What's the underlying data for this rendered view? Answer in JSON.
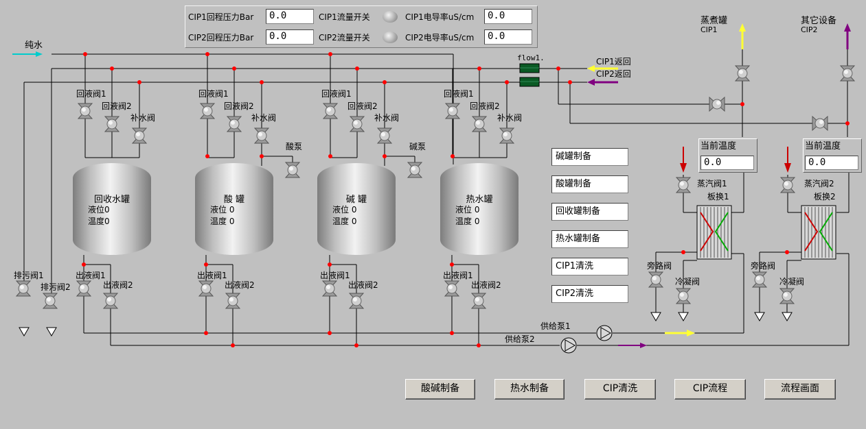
{
  "header": {
    "cip1_pressure_label": "CIP1回程压力Bar",
    "cip1_pressure_value": "0.0",
    "cip1_flow_switch_label": "CIP1流量开关",
    "cip1_conductivity_label": "CIP1电导率uS/cm",
    "cip1_conductivity_value": "0.0",
    "cip2_pressure_label": "CIP2回程压力Bar",
    "cip2_pressure_value": "0.0",
    "cip2_flow_switch_label": "CIP2流量开关",
    "cip2_conductivity_label": "CIP2电导率uS/cm",
    "cip2_conductivity_value": "0.0"
  },
  "pipes": {
    "pure_water": "纯水",
    "flow1": "flow1.",
    "cip1_return": "CIP1返回",
    "cip2_return": "CIP2返回"
  },
  "tanks": [
    {
      "title": "回收水罐",
      "level_label": "液位",
      "level": "0",
      "temp_label": "温度",
      "temp": "0",
      "return_valve1": "回液阀1",
      "return_valve2": "回液阀2",
      "makeup_valve": "补水阀",
      "out_valve1": "出液阀1",
      "out_valve2": "出液阀2"
    },
    {
      "title": "酸  罐",
      "level_label": "液位",
      "level": "0",
      "temp_label": "温度",
      "temp": "0",
      "return_valve1": "回液阀1",
      "return_valve2": "回液阀2",
      "makeup_valve": "补水阀",
      "pump": "酸泵",
      "out_valve1": "出液阀1",
      "out_valve2": "出液阀2"
    },
    {
      "title": "碱  罐",
      "level_label": "液位",
      "level": "0",
      "temp_label": "温度",
      "temp": "0",
      "return_valve1": "回液阀1",
      "return_valve2": "回液阀2",
      "makeup_valve": "补水阀",
      "pump": "碱泵",
      "out_valve1": "出液阀1",
      "out_valve2": "出液阀2"
    },
    {
      "title": "热水罐",
      "level_label": "液位",
      "level": "0",
      "temp_label": "温度",
      "temp": "0",
      "return_valve1": "回液阀1",
      "return_valve2": "回液阀2",
      "makeup_valve": "补水阀",
      "out_valve1": "出液阀1",
      "out_valve2": "出液阀2"
    }
  ],
  "drain": {
    "valve1": "排污阀1",
    "valve2": "排污阀2"
  },
  "pumps": {
    "supply1": "供给泵1",
    "supply2": "供给泵2"
  },
  "ops": [
    "碱罐制备",
    "酸罐制备",
    "回收罐制备",
    "热水罐制备",
    "CIP1清洗",
    "CIP2清洗"
  ],
  "right": {
    "cooker": "蒸煮罐",
    "cooker_sub": "CIP1",
    "other": "其它设备",
    "other_sub": "CIP2",
    "temp1_label": "当前温度",
    "temp1_value": "0.0",
    "temp2_label": "当前温度",
    "temp2_value": "0.0",
    "steam1": "蒸汽阀1",
    "plate1": "板换1",
    "steam2": "蒸汽阀2",
    "plate2": "板换2",
    "bypass1": "旁路阀",
    "condense1": "冷凝阀",
    "bypass2": "旁路阀",
    "condense2": "冷凝阀"
  },
  "nav": [
    "酸碱制备",
    "热水制备",
    "CIP清洗",
    "CIP流程",
    "流程画面"
  ],
  "colors": {
    "pipe": "#000000",
    "junction": "#ff0000",
    "steam_arrow": "#cc0000",
    "yellow_arrow": "#ffff00",
    "purple_arrow": "#800080",
    "cyan_arrow": "#00cccc",
    "flow_meter": "#0a5a24"
  }
}
